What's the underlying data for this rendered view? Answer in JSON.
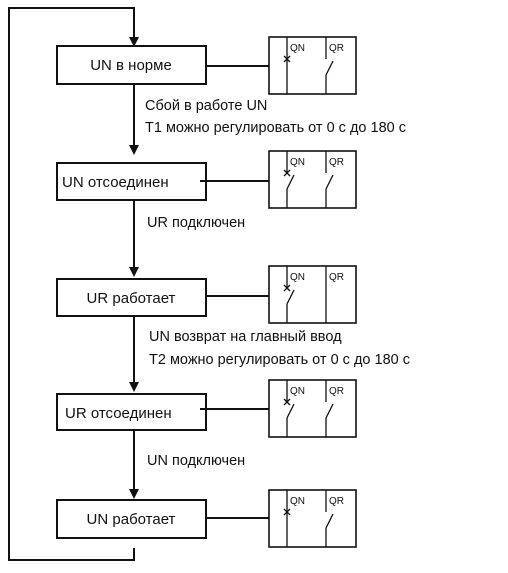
{
  "states": [
    {
      "label": "UN в норме",
      "qn_closed": true,
      "qr_closed": false
    },
    {
      "label": "UN отсоединен",
      "qn_closed": false,
      "qr_closed": false
    },
    {
      "label": "UR работает",
      "qn_closed": false,
      "qr_closed": true
    },
    {
      "label": "UR отсоединен",
      "qn_closed": false,
      "qr_closed": false
    },
    {
      "label": "UN работает",
      "qn_closed": true,
      "qr_closed": false
    }
  ],
  "transitions": [
    {
      "lines": [
        "Сбой в работе UN",
        "T1 можно регулировать от 0 с до 180 с"
      ]
    },
    {
      "lines": [
        "UR подключен"
      ]
    },
    {
      "lines": [
        "UN возврат на главный ввод",
        "T2 можно регулировать от 0 с до 180 с"
      ]
    },
    {
      "lines": [
        "UN подключен"
      ]
    }
  ],
  "switch_labels": {
    "qn": "QN",
    "qr": "QR"
  }
}
